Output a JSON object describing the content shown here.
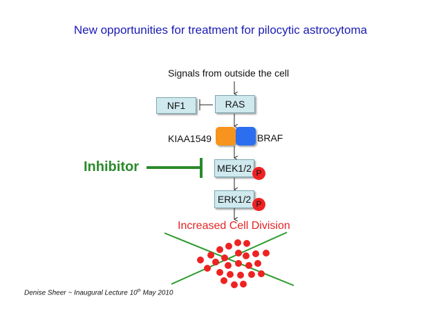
{
  "slide": {
    "title": "New opportunities for treatment for pilocytic astrocytoma",
    "signals_label": "Signals from outside the cell",
    "nodes": {
      "nf1": "NF1",
      "ras": "RAS",
      "kiaa": "KIAA1549",
      "braf": "BRAF",
      "mek": "MEK1/2",
      "erk": "ERK1/2"
    },
    "phospho_label": "P",
    "inhibitor": "Inhibitor",
    "outcome": "Increased Cell Division",
    "footer": {
      "text": "Denise Sheer ~ Inaugural Lecture 10",
      "sup": "th",
      "tail": " May 2010"
    }
  },
  "colors": {
    "title": "#1a1ab4",
    "box_fill": "#cfe9ee",
    "kiaa_fill": "#f7941d",
    "braf_fill": "#2b6ff0",
    "inhibitor": "#2a8a2a",
    "phospho": "#ee2222",
    "cells": "#ee2222",
    "cross": "#2a9a2a"
  }
}
